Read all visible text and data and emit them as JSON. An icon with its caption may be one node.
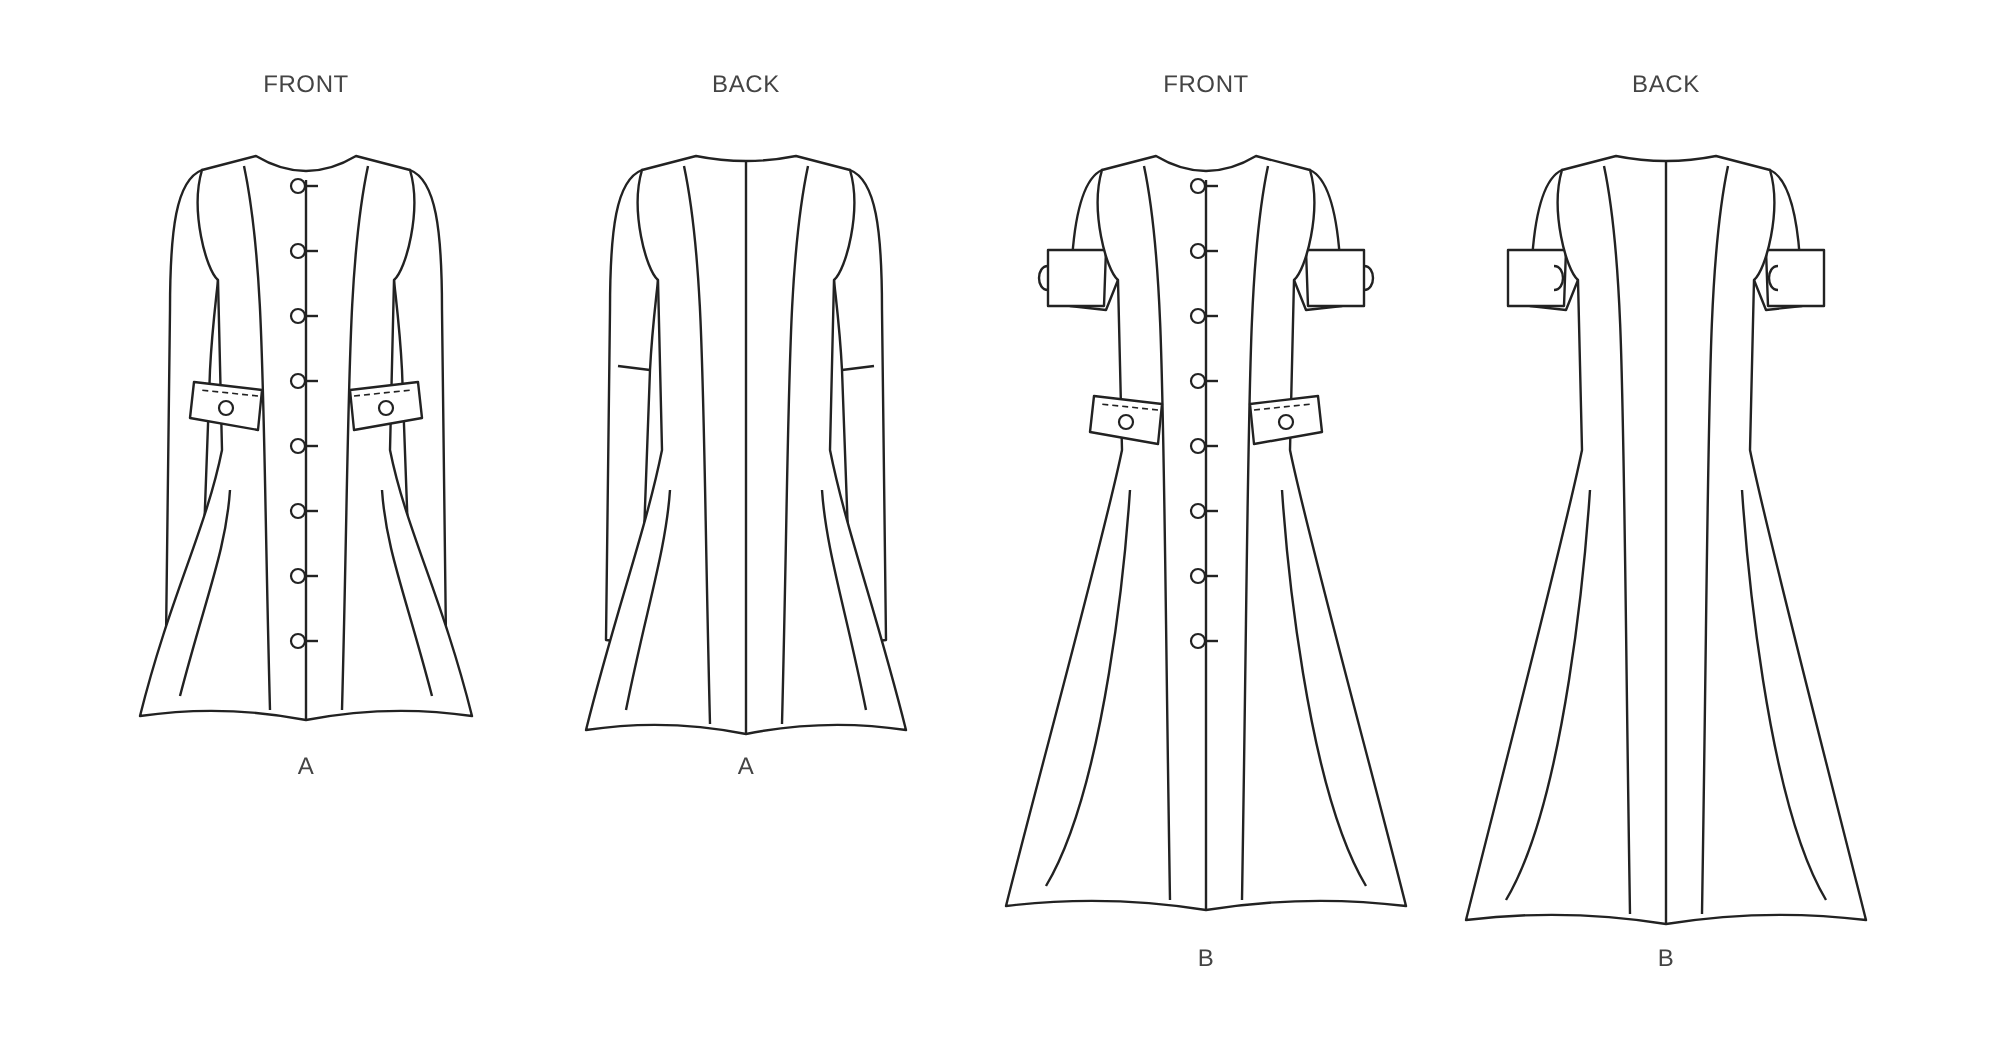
{
  "diagram": {
    "labels": [
      "FRONT",
      "BACK",
      "FRONT",
      "BACK",
      "A",
      "A",
      "B",
      "B"
    ]
  }
}
